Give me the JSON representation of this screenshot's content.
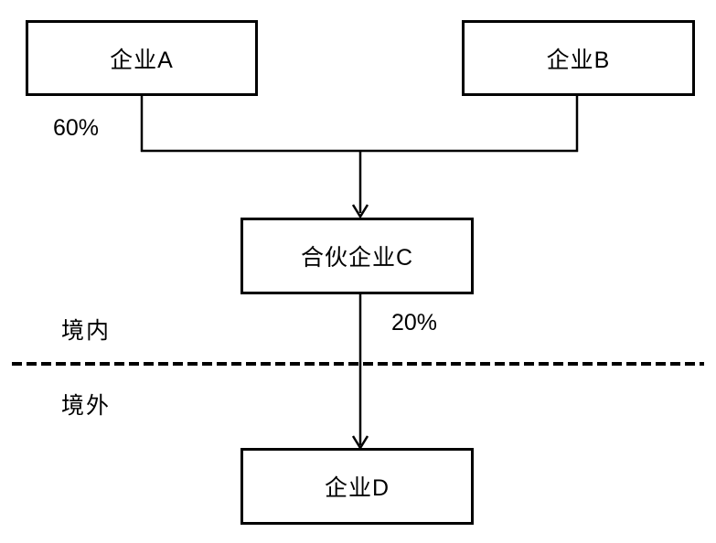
{
  "diagram": {
    "title": "ownership-structure-diagram",
    "nodes": {
      "enterprise_a": {
        "label": "企业A"
      },
      "enterprise_b": {
        "label": "企业B"
      },
      "partnership_c": {
        "label": "合伙企业C"
      },
      "enterprise_d": {
        "label": "企业D"
      }
    },
    "edges": {
      "a_to_c_percent": "60%",
      "c_to_d_percent": "20%"
    },
    "regions": {
      "domestic_label": "境内",
      "overseas_label": "境外"
    },
    "colors": {
      "line": "#000000",
      "background": "#ffffff",
      "text": "#000000"
    }
  }
}
